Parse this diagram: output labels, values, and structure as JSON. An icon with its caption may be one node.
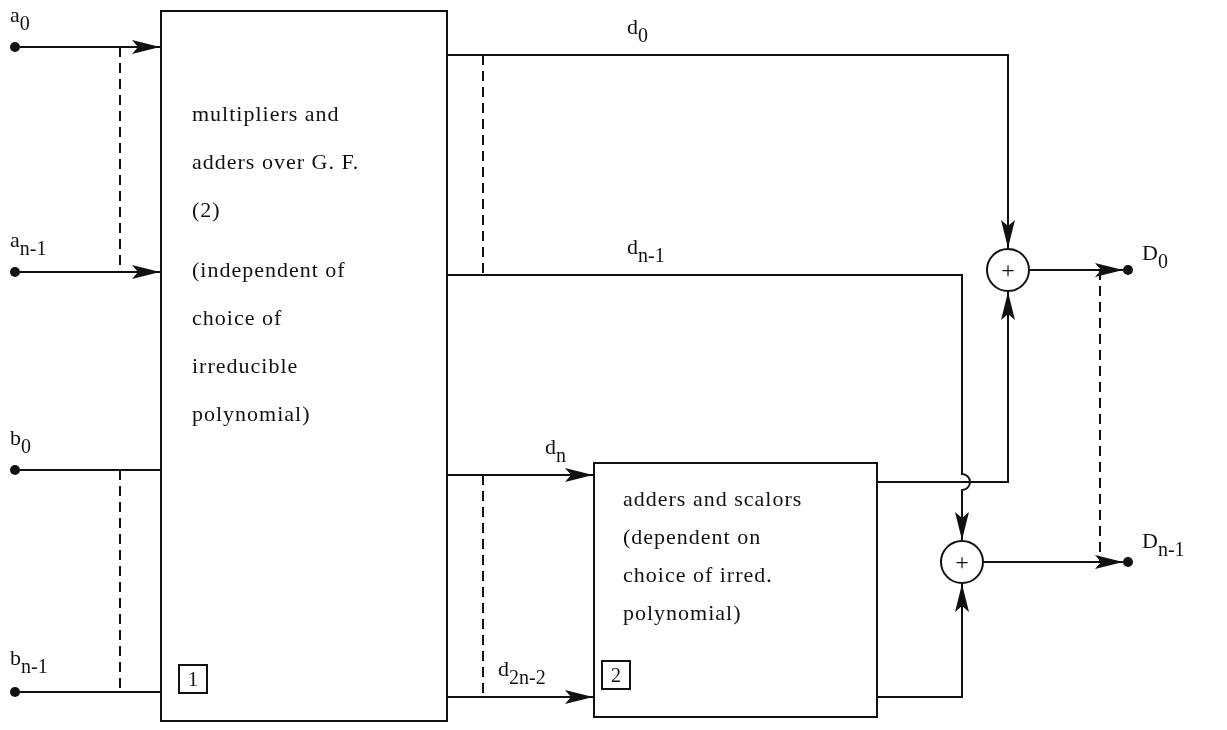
{
  "diagram": {
    "nodes": [
      {
        "text": [
          "multipliers and adders over G. F. (2)",
          "(independent of choice of irreducible polynomial)"
        ]
      },
      {
        "text": [
          "1"
        ],
        "in": 0
      },
      {
        "text": [],
        "shape": "circle",
        "beside": [
          "a$_{0}$"
        ]
      },
      {
        "text": [],
        "shape": "circle",
        "beside": [
          "a$_{n-1}$"
        ]
      },
      {
        "text": [],
        "shape": "circle",
        "beside": [
          "b$_{0}$"
        ]
      },
      {
        "text": [],
        "shape": "circle",
        "beside": [
          "b$_{n-1}$"
        ]
      },
      {
        "text": [
          "adders and scalors (dependent on choice of irred. polynomial)"
        ]
      },
      {
        "text": [
          "2"
        ],
        "in": 6
      },
      {
        "text": [
          "+"
        ]
      },
      {
        "text": [
          "+"
        ]
      },
      {
        "text": [],
        "shape": "circle",
        "beside": [
          "D$_{0}$"
        ]
      },
      {
        "text": [],
        "shape": "circle",
        "beside": [
          "D$_{n-1}$"
        ]
      }
    ],
    "edges": [
      {
        "from": 2,
        "to": 0,
        "arrow": "to"
      },
      {
        "from": 3,
        "to": 0,
        "arrow": "to"
      },
      {
        "from": 4,
        "to": 0,
        "arrow": "none"
      },
      {
        "from": 5,
        "to": 0,
        "arrow": "none"
      },
      {
        "from": 0,
        "to": 8,
        "arrow": "to",
        "label": "d$_{0}$"
      },
      {
        "from": 0,
        "to": 9,
        "arrow": "to",
        "label": "d$_{n-1}$"
      },
      {
        "from": 0,
        "to": 6,
        "arrow": "to",
        "label": "d$_{n}$"
      },
      {
        "from": 0,
        "to": 6,
        "arrow": "to",
        "label": "d$_{2n-2}$"
      },
      {
        "from": 6,
        "to": 8,
        "arrow": "to"
      },
      {
        "from": 6,
        "to": 9,
        "arrow": "to"
      },
      {
        "from": 8,
        "to": 10,
        "arrow": "to"
      },
      {
        "from": 9,
        "to": 11,
        "arrow": "to"
      }
    ]
  }
}
